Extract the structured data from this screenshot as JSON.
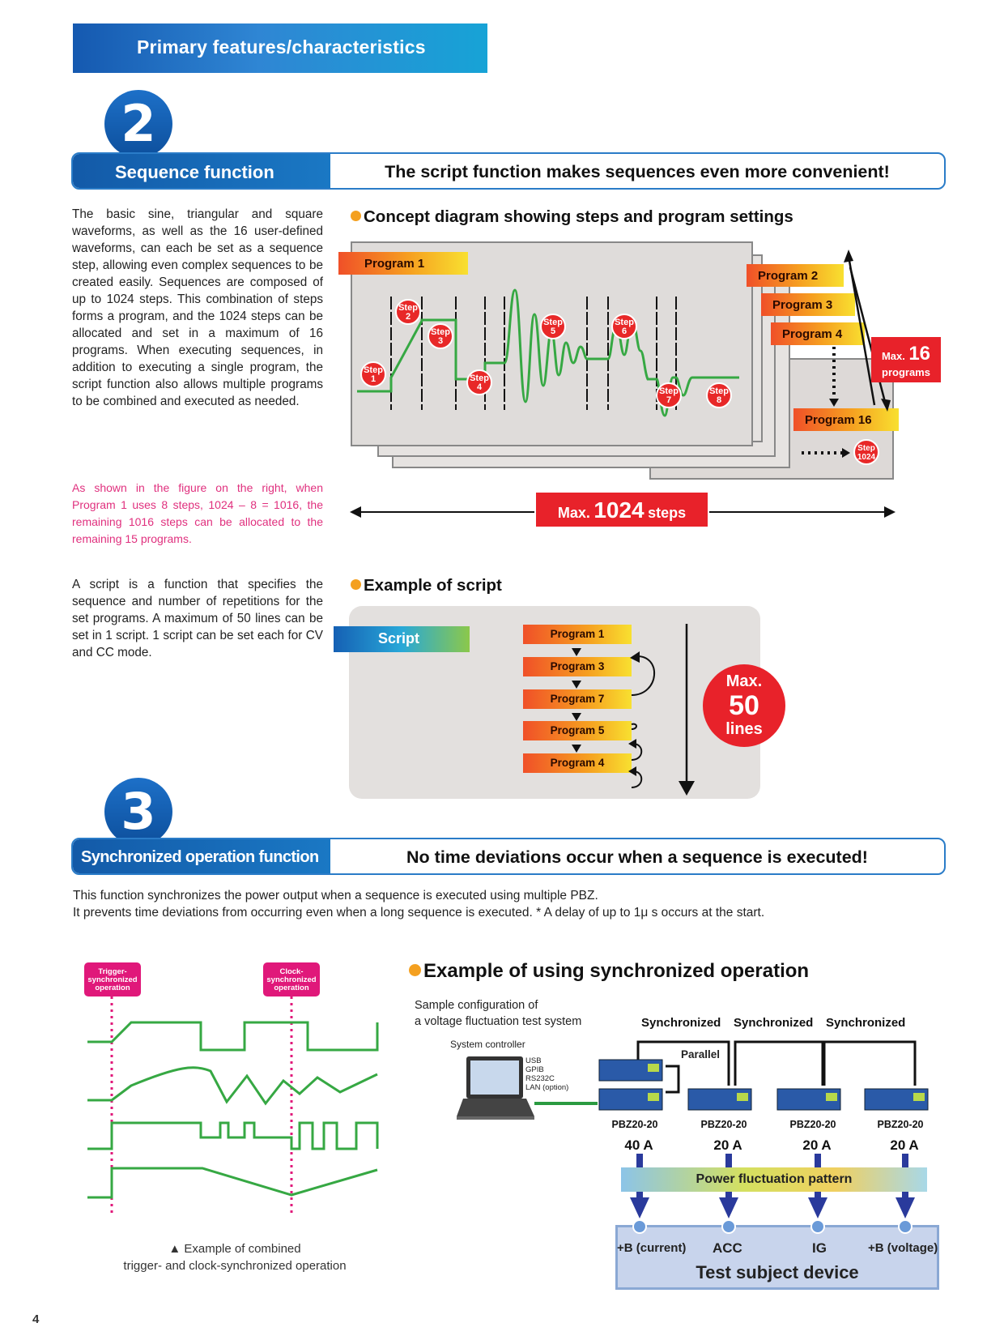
{
  "banner": "Primary features/characteristics",
  "sec2": {
    "num": "2",
    "title": "Sequence function",
    "headline": "The script function makes sequences even more convenient!"
  },
  "para1": "The basic sine, triangular and square waveforms, as well as the 16 user-defined waveforms, can each be set as a sequence step, allowing even complex sequences to be created easily. Sequences are composed of up to 1024 steps. This combination of steps forms a program, and the 1024 steps can be allocated and set in a maximum of 16 programs. When executing sequences, in addition to executing a single program, the script function also allows multiple programs to be combined and executed as needed.",
  "note1": "As shown in the figure on the right, when Program 1 uses 8 steps, 1024 – 8 = 1016, the remaining 1016 steps can be allocated to the remaining 15 programs.",
  "para2": "A script is a function that specifies the sequence and number of repetitions for the set programs. A maximum of 50 lines can be set in 1 script. 1 script can be set each for CV and CC mode.",
  "concept": {
    "heading": "Concept diagram showing steps and program settings",
    "program1": "Program 1",
    "program2": "Program 2",
    "program3": "Program 3",
    "program4": "Program 4",
    "program16": "Program 16",
    "steps": [
      {
        "w": "Step",
        "n": "1"
      },
      {
        "w": "Step",
        "n": "2"
      },
      {
        "w": "Step",
        "n": "3"
      },
      {
        "w": "Step",
        "n": "4"
      },
      {
        "w": "Step",
        "n": "5"
      },
      {
        "w": "Step",
        "n": "6"
      },
      {
        "w": "Step",
        "n": "7"
      },
      {
        "w": "Step",
        "n": "8"
      },
      {
        "w": "Step",
        "n": "1024"
      }
    ],
    "maxprog_small": "Max.",
    "maxprog_num": "16",
    "maxprog_unit": "programs",
    "maxsteps_small": "Max.",
    "maxsteps_num": "1024",
    "maxsteps_unit": "steps"
  },
  "script": {
    "heading": "Example of script",
    "label": "Script",
    "programs": [
      "Program 1",
      "Program 3",
      "Program 7",
      "Program 5",
      "Program 4"
    ],
    "max_small": "Max.",
    "max_num": "50",
    "max_unit": "lines"
  },
  "sec3": {
    "num": "3",
    "title": "Synchronized operation function",
    "headline": "No time deviations occur when a sequence is executed!"
  },
  "sync_text1": "This function synchronizes the power output when a sequence is executed using multiple PBZ.",
  "sync_text2": "It prevents time deviations from occurring even when a long sequence is executed. * A delay of up to 1μ s occurs at the start.",
  "timing": {
    "tag1": "Trigger-synchronized operation",
    "tag2": "Clock-synchronized operation",
    "caption1": "▲ Example of combined",
    "caption2": "trigger- and clock-synchronized operation"
  },
  "example": {
    "heading": "Example of using synchronized operation",
    "sample1": "Sample configuration of",
    "sample2": "a voltage fluctuation test system",
    "controller": "System controller",
    "ports": [
      "USB",
      "GPIB",
      "RS232C",
      "LAN (option)"
    ],
    "sync": [
      "Synchronized",
      "Synchronized",
      "Synchronized"
    ],
    "parallel": "Parallel",
    "models": [
      "PBZ20-20",
      "PBZ20-20",
      "PBZ20-20",
      "PBZ20-20"
    ],
    "amps": [
      "40 A",
      "20 A",
      "20 A",
      "20 A"
    ],
    "pattern": "Power fluctuation pattern",
    "terminals": [
      "+B (current)",
      "ACC",
      "IG",
      "+B (voltage)"
    ],
    "device": "Test subject device"
  },
  "page_number": "4"
}
